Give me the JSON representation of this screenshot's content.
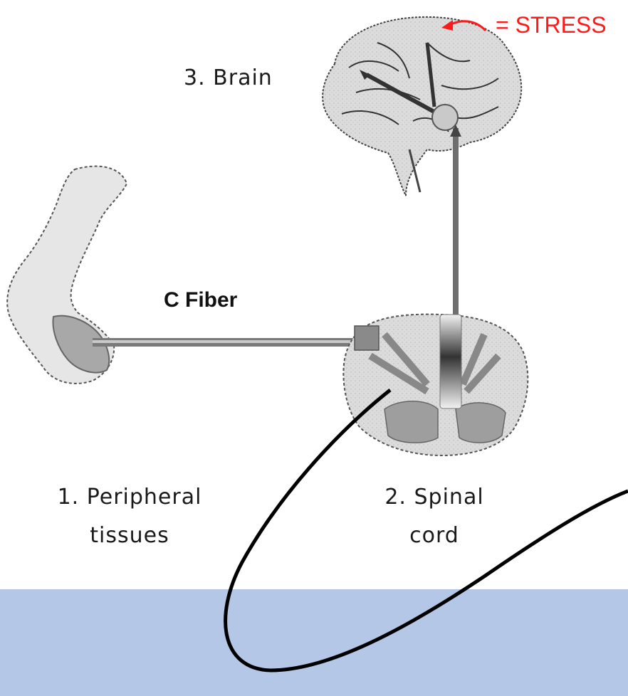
{
  "diagram": {
    "legend": {
      "symbol_text": "= STRESS",
      "color": "#ff1a1a",
      "icon": "curved-arrow-icon"
    },
    "labels": {
      "brain": "3. Brain",
      "fiber": "C Fiber",
      "peripheral_line1": "1. Peripheral",
      "peripheral_line2": "tissues",
      "spinal_line1": "2. Spinal",
      "spinal_line2": "cord"
    },
    "colors": {
      "band": "#b4c7e7",
      "pathway": "#555555",
      "loop": "#000000",
      "tissue": "#d9d9d9"
    }
  }
}
